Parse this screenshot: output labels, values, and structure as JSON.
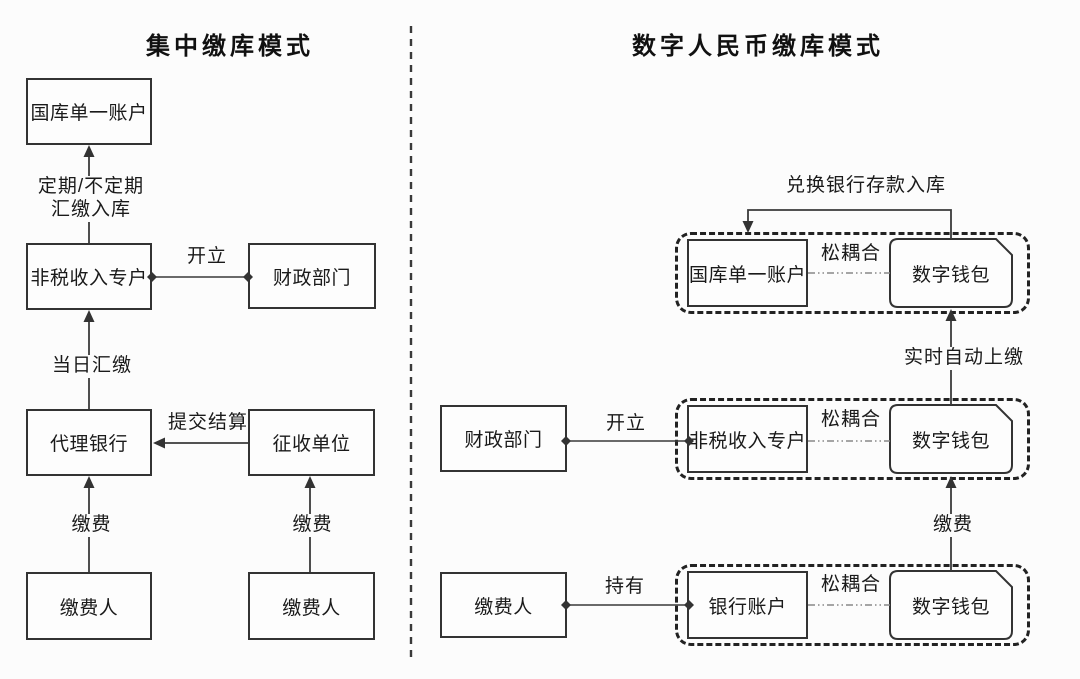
{
  "colors": {
    "ink": "#333333",
    "line": "#3a3a3a",
    "background": "#fcfcfc"
  },
  "left_panel": {
    "title": "集中缴库模式",
    "boxes": {
      "treasury_single_account": "国库单一账户",
      "nontax_special_account": "非税收入专户",
      "finance_department": "财政部门",
      "agent_bank": "代理银行",
      "collection_unit": "征收单位",
      "payer": "缴费人"
    },
    "flow_labels": {
      "periodic_remit": "定期/不定期\n汇缴入库",
      "same_day_remit": "当日汇缴",
      "open_account": "开立",
      "submit_settlement": "提交结算",
      "pay_fee": "缴费"
    }
  },
  "right_panel": {
    "title": "数字人民币缴库模式",
    "boxes": {
      "finance_department": "财政部门",
      "payer": "缴费人",
      "treasury_single_account": "国库单一账户",
      "nontax_special_account": "非税收入专户",
      "bank_account": "银行账户",
      "digital_wallet": "数字钱包"
    },
    "flow_labels": {
      "exchange_bank_deposit": "兑换银行存款入库",
      "loose_coupling": "松耦合",
      "realtime_auto_remit": "实时自动上缴",
      "pay_fee": "缴费",
      "open_account": "开立",
      "hold": "持有"
    }
  }
}
